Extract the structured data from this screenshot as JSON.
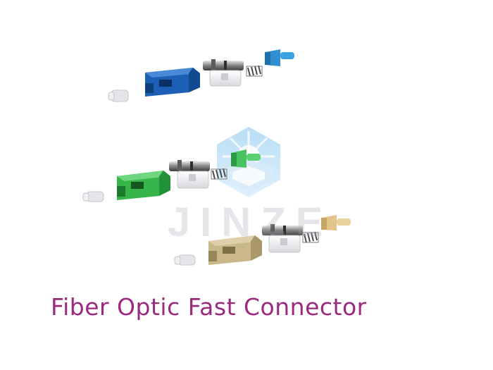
{
  "watermark": {
    "logo_icon": "sunburst-hexagon-logo",
    "text": "JINZE"
  },
  "caption": "Fiber Optic Fast Connector",
  "colors": {
    "caption": "#9b2a7f",
    "connector_blue": "#1c5fb4",
    "connector_green": "#35b54a",
    "connector_beige": "#c9b98a",
    "boot_blue": "#2f8fd0",
    "boot_green": "#49c260",
    "boot_beige": "#e2c488"
  },
  "connector_sets": [
    {
      "name": "blue-sc-connector-set"
    },
    {
      "name": "green-sc-connector-set"
    },
    {
      "name": "beige-sc-connector-set"
    }
  ]
}
